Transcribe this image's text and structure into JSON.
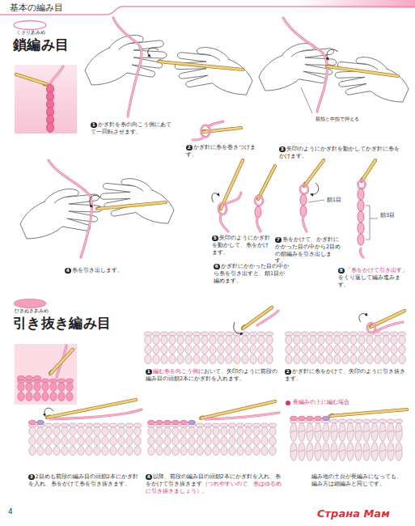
{
  "diagram": {
    "title": "基本の編み目",
    "labels": [
      "くさりあみめ",
      "鎖編み目",
      "1",
      "かぎ針を糸の向こう側にあてて一回転させます。",
      "2",
      "かぎ針に糸を巻きつけます。",
      "親指と中指で押える",
      "3",
      "矢印のようにかぎ針を動かしてかぎ針に糸をかけます。",
      "4",
      "糸を引き出します。",
      "5",
      "矢印のようにかぎ針を動かして、糸をかけます。",
      "6",
      "かぎ針にかかった目の中から糸を引き出すと、鎖1目が編めます。",
      "7",
      "糸をかけて、かぎ針にかかった目の中から2目めの鎖編みを引き出します。",
      "鎖1目",
      "8",
      "「糸をかけて引き出す」",
      "をくり返して編み進みます。",
      "鎖3目",
      "ひきぬきあみめ",
      "引き抜き編み目",
      "1",
      "編む糸を向こう側",
      "において、矢印のように前段の編み目の頭鎖2本にかぎ針を入れます。",
      "2",
      "かぎ針に糸をかけて、矢印のように引き抜きます。",
      "3",
      "2目めも前段の編み目の頭鎖2本にかぎ針を入れ、糸をかけて糸を引き抜きます。",
      "4",
      "以降、前段の編み目の頭鎖2本にかぎ針を入れ、糸をかけて引き抜きます",
      "（つれやすいので、糸はゆるめに引き抜きましょう）。",
      "長編みの上に編む場合",
      "編み地の土台が長編みになっても、編み方は細編みと同じです。",
      "4",
      "Страна Мам"
    ]
  }
}
